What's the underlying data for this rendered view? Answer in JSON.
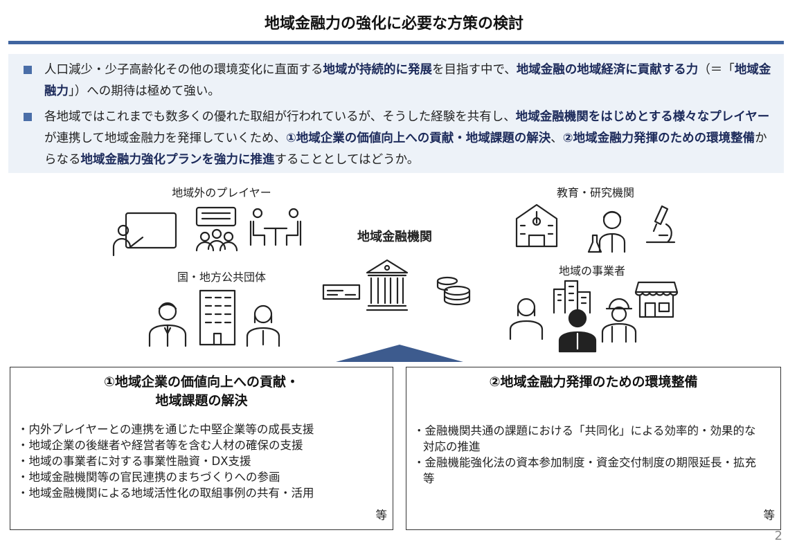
{
  "title": "地域金融力の強化に必要な方策の検討",
  "summary": {
    "b1": [
      {
        "t": "人口減少・少子高齢化その他の環境変化に直面する",
        "b": false
      },
      {
        "t": "地域が持続的に発展",
        "b": true
      },
      {
        "t": "を目指す中で、",
        "b": false
      },
      {
        "t": "地域金融の地域経済に貢献する力",
        "b": true
      },
      {
        "t": "（＝「",
        "b": false
      },
      {
        "t": "地域金融力",
        "b": true
      },
      {
        "t": "」）への期待は極めて強い。",
        "b": false
      }
    ],
    "b2": [
      {
        "t": "各地域ではこれまでも数多くの優れた取組が行われているが、そうした経験を共有し、",
        "b": false
      },
      {
        "t": "地域金融機関をはじめとする様々なプレイヤー",
        "b": true
      },
      {
        "t": "が連携して地域金融力を発揮していくため、",
        "b": false
      },
      {
        "t": "①地域企業の価値向上への貢献・地域課題の解決",
        "b": true
      },
      {
        "t": "、",
        "b": false
      },
      {
        "t": "②地域金融力発揮のための環境整備",
        "b": true
      },
      {
        "t": "からなる",
        "b": false
      },
      {
        "t": "地域金融力強化プランを強力に推進",
        "b": true
      },
      {
        "t": "することとしてはどうか。",
        "b": false
      }
    ]
  },
  "diagram": {
    "outside_players": "地域外のプレイヤー",
    "government": "国・地方公共団体",
    "center": "地域金融機関",
    "education": "教育・研究機関",
    "businesses": "地域の事業者"
  },
  "box1": {
    "title1": "①地域企業の価値向上への貢献・",
    "title2": "地域課題の解決",
    "items": [
      "内外プレイヤーとの連携を通じた中堅企業等の成長支援",
      "地域企業の後継者や経営者等を含む人材の確保の支援",
      "地域の事業者に対する事業性融資・DX支援",
      "地域金融機関等の官民連携のまちづくりへの参画",
      "地域金融機関による地域活性化の取組事例の共有・活用"
    ],
    "etc": "等"
  },
  "box2": {
    "title": "②地域金融力発揮のための環境整備",
    "items": [
      "金融機関共通の課題における「共同化」による効率的・効果的な対応の推進",
      "金融機能強化法の資本参加制度・資金交付制度の期限延長・拡充等"
    ],
    "etc": "等"
  },
  "page_number": "2",
  "colors": {
    "accent": "#4065a0",
    "summary_bg": "#edf2f8",
    "bold_text": "#1c2a5a",
    "triangle": "#3d5b8e"
  }
}
